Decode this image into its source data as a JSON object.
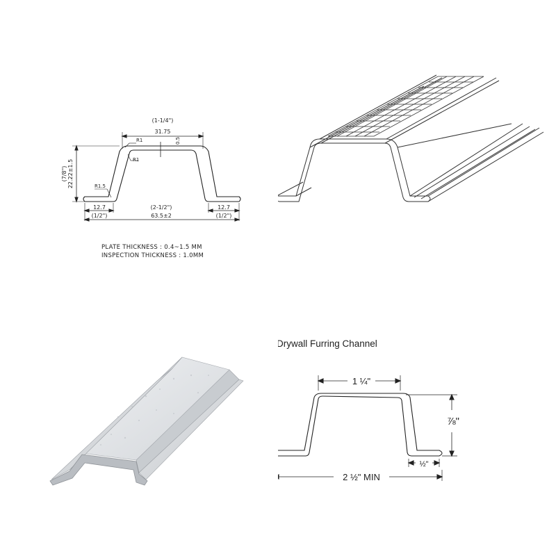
{
  "top_left": {
    "dims": {
      "top_inch": "(1-1/4\")",
      "top_mm": "31.75",
      "r1_a": "R1",
      "r1_b": "R1",
      "thickness": "0.5",
      "height_inch": "(7/8\")",
      "height_mm": "22.22±1.5",
      "r15": "R1.5",
      "left_flange_mm": "12.7",
      "left_flange_inch": "(1/2\")",
      "bottom_inch": "(2-1/2\")",
      "bottom_mm": "63.5±2",
      "right_flange_mm": "12.7",
      "right_flange_inch": "(1/2\")"
    },
    "notes": {
      "plate": "PLATE THICKNESS : 0.4~1.5  MM",
      "inspection": "INSPECTION THICKNESS : 1.0MM"
    }
  },
  "bottom_right": {
    "title": "Drywall Furring Channel",
    "top_dim": "1 ¼\"",
    "height_dim": "⅞\"",
    "flange_dim": "½\"",
    "bottom_dim": "2 ½\" MIN"
  },
  "colors": {
    "line": "#222222",
    "metal_light": "#e2e4e6",
    "metal_mid": "#c9ccd0",
    "metal_dark": "#a9adb2"
  }
}
